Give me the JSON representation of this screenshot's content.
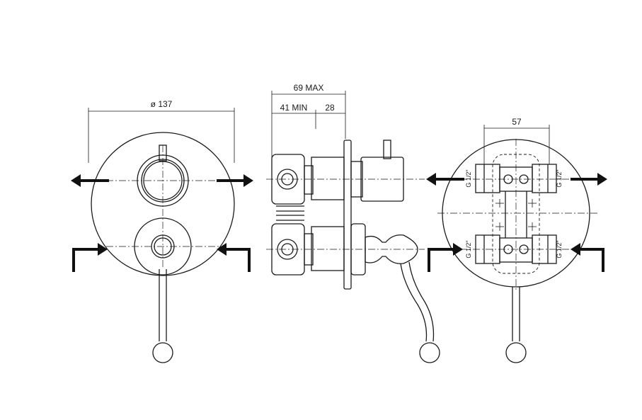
{
  "dimensions": {
    "diameter": "ø 137",
    "depth_max": "69 MAX",
    "depth_min": "41 MIN",
    "plate_offset": "28",
    "center_distance": "57"
  },
  "thread_labels": {
    "top_left": "G 1/2\"",
    "top_right": "G 1/2\"",
    "bottom_left": "G 1/2\"",
    "bottom_right": "G 1/2\""
  },
  "colors": {
    "line": "#1a1a1a",
    "arrow": "#111111"
  }
}
